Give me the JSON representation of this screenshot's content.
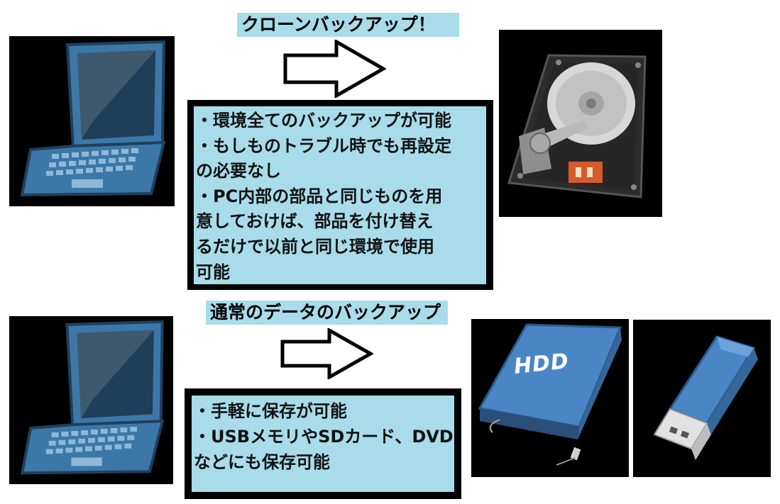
{
  "clone": {
    "title": "クローンバックアップ！",
    "points": [
      "・環境全てのバックアップが可能",
      "・もしものトラブル時でも再設定",
      "の必要なし",
      "・PC内部の部品と同じものを用",
      "意しておけば、部品を付け替え",
      "るだけで以前と同じ環境で使用",
      "可能"
    ]
  },
  "normal": {
    "title": "通常のデータのバックアップ",
    "points": [
      "・手軽に保存が可能",
      "・USBメモリやSDカード、DVD",
      "などにも保存可能"
    ]
  },
  "icons": {
    "laptop_top": "laptop-icon",
    "laptop_bottom": "laptop-icon",
    "hdd_internal": "internal-hdd-icon",
    "hdd_external": "external-hdd-icon",
    "usb": "usb-stick-icon",
    "arrow": "right-arrow-icon"
  },
  "external_hdd_label": "HDD",
  "colors": {
    "highlight": "#a8dcea",
    "laptop_blue": "#3b78a8",
    "laptop_dark": "#1e3e5a",
    "device_blue": "#4a86c6"
  }
}
